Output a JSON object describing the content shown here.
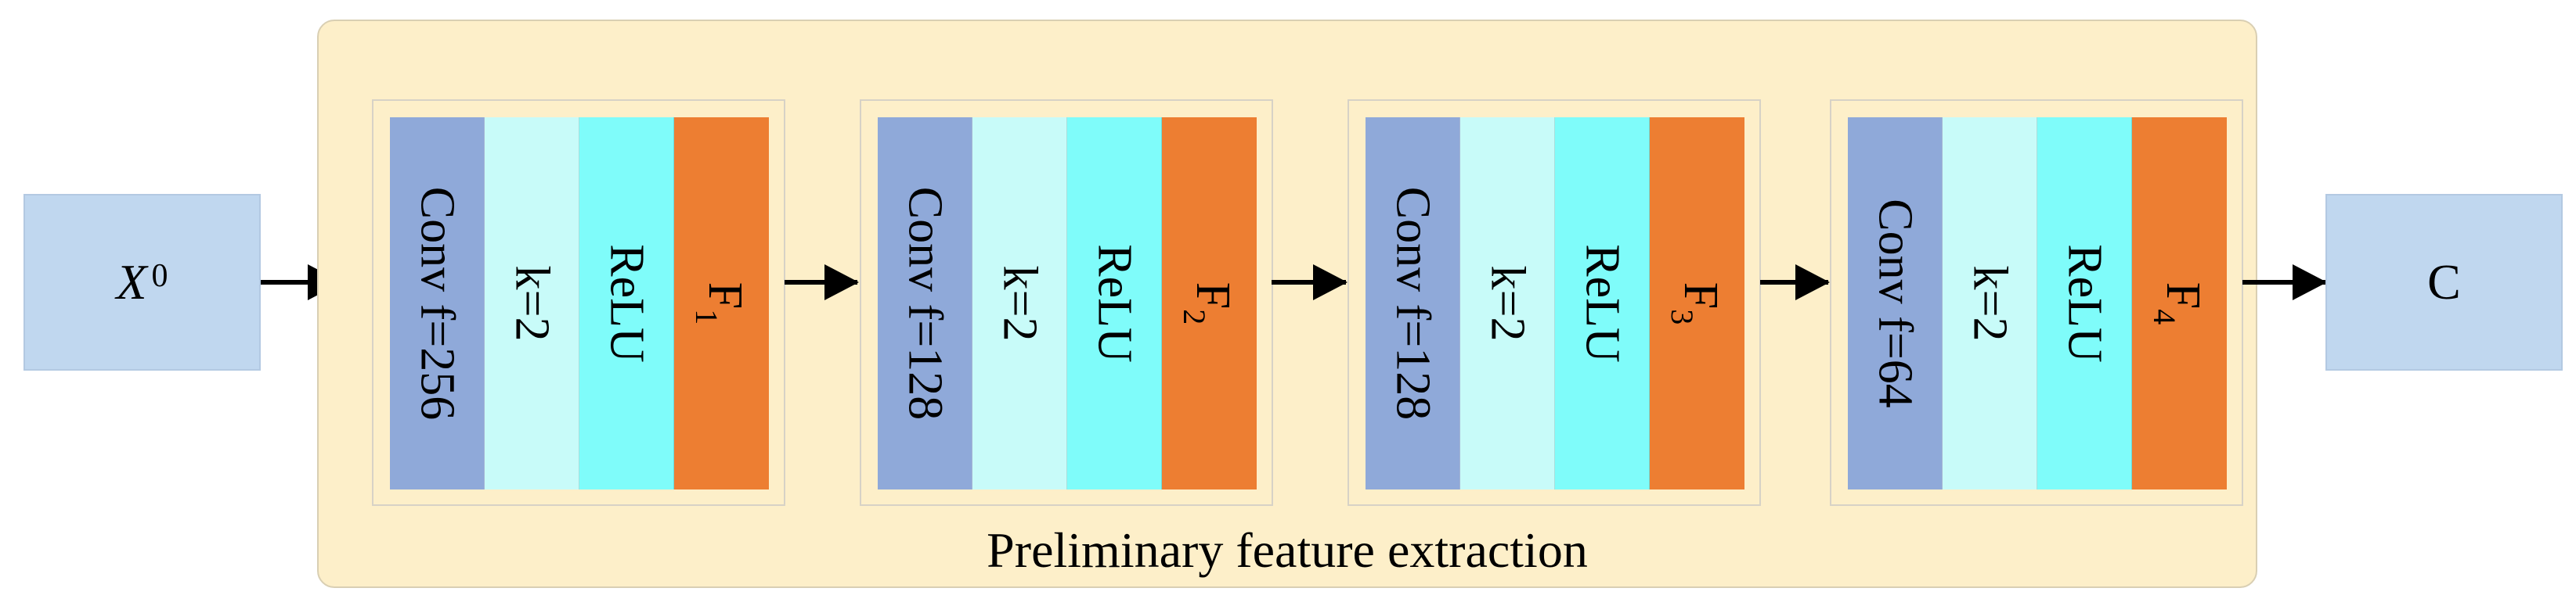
{
  "input": {
    "symbol": "X",
    "superscript": "0"
  },
  "output": {
    "label": "C"
  },
  "panel": {
    "label": "Preliminary feature extraction"
  },
  "blocks": [
    {
      "conv": "Conv f=256",
      "k": "k=2",
      "act": "ReLU",
      "f_main": "F",
      "f_sub": "1"
    },
    {
      "conv": "Conv f=128",
      "k": "k=2",
      "act": "ReLU",
      "f_main": "F",
      "f_sub": "2"
    },
    {
      "conv": "Conv f=128",
      "k": "k=2",
      "act": "ReLU",
      "f_main": "F",
      "f_sub": "3"
    },
    {
      "conv": "Conv f=64",
      "k": "k=2",
      "act": "ReLU",
      "f_main": "F",
      "f_sub": "4"
    }
  ],
  "colors": {
    "io_box": "#c0d7ef",
    "panel": "#fdefc9",
    "conv": "#8fa9d9",
    "kernel": "#c8fbf9",
    "relu": "#7ffcfa",
    "feature": "#ed7e32"
  }
}
